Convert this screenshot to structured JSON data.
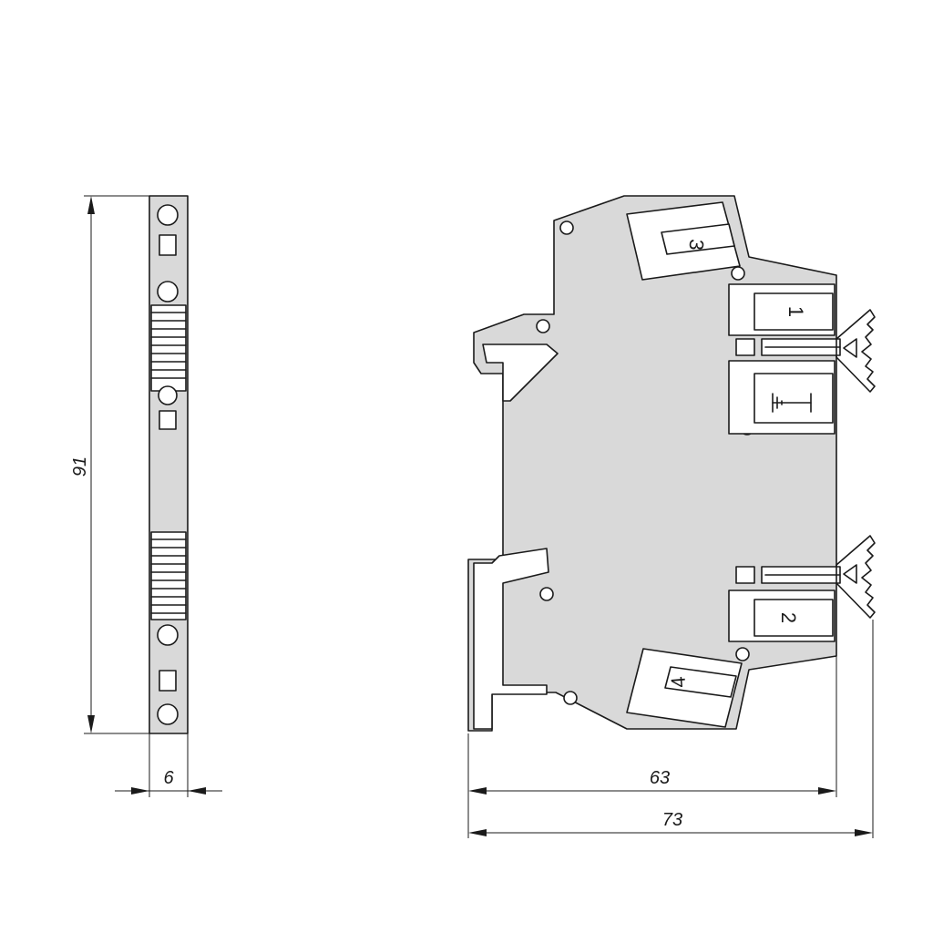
{
  "dimensions": {
    "height": "91",
    "width_side": "6",
    "inner_length": "63",
    "total_length": "73"
  },
  "terminals": [
    "3",
    "1",
    "2",
    "4"
  ],
  "colors": {
    "line": "#1a1a1a",
    "body": "#d9d9d9",
    "background": "#ffffff"
  }
}
